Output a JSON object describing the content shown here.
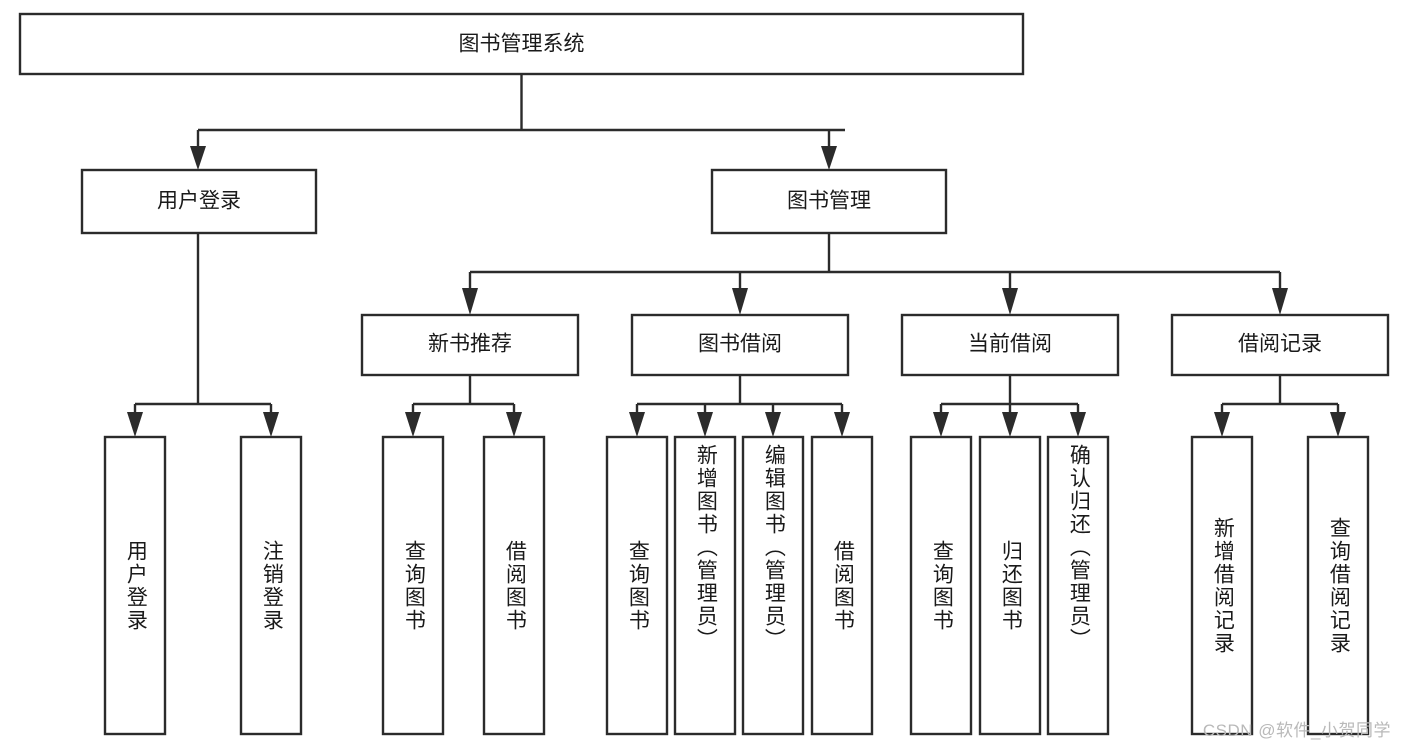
{
  "diagram": {
    "title": "图书管理系统",
    "type": "hierarchy-tree",
    "orientation": "top-down",
    "levels": 4,
    "root": {
      "label": "图书管理系统",
      "children": [
        {
          "label": "用户登录",
          "children": [
            {
              "label": "用户登录"
            },
            {
              "label": "注销登录"
            }
          ]
        },
        {
          "label": "图书管理",
          "children": [
            {
              "label": "新书推荐",
              "children": [
                {
                  "label": "查询图书"
                },
                {
                  "label": "借阅图书"
                }
              ]
            },
            {
              "label": "图书借阅",
              "children": [
                {
                  "label": "查询图书"
                },
                {
                  "label": "新增图书（管理员）"
                },
                {
                  "label": "编辑图书（管理员）"
                },
                {
                  "label": "借阅图书"
                }
              ]
            },
            {
              "label": "当前借阅",
              "children": [
                {
                  "label": "查询图书"
                },
                {
                  "label": "归还图书"
                },
                {
                  "label": "确认归还（管理员）"
                }
              ]
            },
            {
              "label": "借阅记录",
              "children": [
                {
                  "label": "新增借阅记录"
                },
                {
                  "label": "查询借阅记录"
                }
              ]
            }
          ]
        }
      ]
    },
    "nodes": {
      "root": {
        "label": "图书管理系统"
      },
      "l2": [
        {
          "label": "用户登录"
        },
        {
          "label": "图书管理"
        }
      ],
      "l3": [
        {
          "label": "新书推荐"
        },
        {
          "label": "图书借阅"
        },
        {
          "label": "当前借阅"
        },
        {
          "label": "借阅记录"
        }
      ],
      "leaves": [
        {
          "label": "用户登录"
        },
        {
          "label": "注销登录"
        },
        {
          "label": "查询图书"
        },
        {
          "label": "借阅图书"
        },
        {
          "label": "查询图书"
        },
        {
          "label": "新增图书（管理员）"
        },
        {
          "label": "编辑图书（管理员）"
        },
        {
          "label": "借阅图书"
        },
        {
          "label": "查询图书"
        },
        {
          "label": "归还图书"
        },
        {
          "label": "确认归还（管理员）"
        },
        {
          "label": "新增借阅记录"
        },
        {
          "label": "查询借阅记录"
        }
      ]
    },
    "colors": {
      "stroke": "#2b2b2b",
      "fill": "#ffffff",
      "text": "#1a1a1a",
      "background": "#ffffff",
      "watermark": "#b9b9b9"
    }
  },
  "watermark": {
    "text": "CSDN @软件_小贺同学"
  }
}
